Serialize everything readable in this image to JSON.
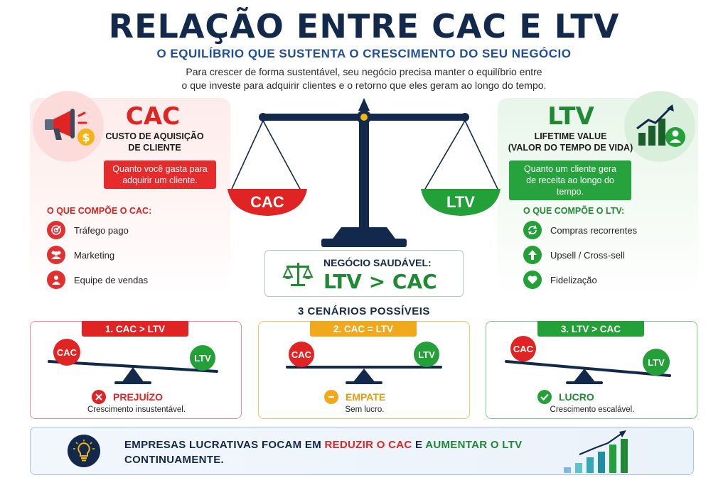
{
  "header": {
    "title": "RELAÇÃO ENTRE CAC E LTV",
    "subtitle": "O EQUILÍBRIO QUE SUSTENTA O CRESCIMENTO DO SEU NEGÓCIO",
    "intro_line1": "Para crescer de forma sustentável, seu negócio precisa manter o equilíbrio entre",
    "intro_line2": "o que investe para adquirir clientes e o retorno que eles geram ao longo do tempo."
  },
  "cac": {
    "title": "CAC",
    "name_line1": "CUSTO DE AQUISIÇÃO",
    "name_line2": "DE CLIENTE",
    "desc_line1": "Quanto você gasta para",
    "desc_line2": "adquirir um cliente.",
    "components_title": "O QUE COMPÕE O CAC:",
    "components": [
      "Tráfego pago",
      "Marketing",
      "Equipe de vendas"
    ],
    "color": "#e02424"
  },
  "ltv": {
    "title": "LTV",
    "name_line1": "LIFETIME VALUE",
    "name_line2": "(VALOR DO TEMPO DE VIDA)",
    "desc_line1": "Quanto um cliente gera",
    "desc_line2": "de receita ao longo do tempo.",
    "components_title": "O QUE COMPÕE O LTV:",
    "components": [
      "Compras recorrentes",
      "Upsell / Cross-sell",
      "Fidelização"
    ],
    "color": "#1f8a33"
  },
  "scale": {
    "left_label": "CAC",
    "right_label": "LTV"
  },
  "verdict": {
    "label": "NEGÓCIO SAUDÁVEL:",
    "formula": "LTV > CAC"
  },
  "scenarios": {
    "title": "3 CENÁRIOS POSSÍVEIS",
    "items": [
      {
        "tag": "1. CAC > LTV",
        "left": "CAC",
        "right": "LTV",
        "result": "PREJUÍZO",
        "desc": "Crescimento insustentável.",
        "color": "#e02424"
      },
      {
        "tag": "2. CAC = LTV",
        "left": "CAC",
        "right": "LTV",
        "result": "EMPATE",
        "desc": "Sem lucro.",
        "color": "#f0a81c"
      },
      {
        "tag": "3. LTV > CAC",
        "left": "CAC",
        "right": "LTV",
        "result": "LUCRO",
        "desc": "Crescimento escalável.",
        "color": "#1f8a33"
      }
    ]
  },
  "footer": {
    "part1": "EMPRESAS LUCRATIVAS FOCAM EM ",
    "part2": "REDUZIR O CAC",
    "part3": " E ",
    "part4": "AUMENTAR O LTV",
    "part5": "CONTINUAMENTE."
  },
  "icons": {
    "cac_icon": "megaphone-icon",
    "ltv_icon": "growth-chart-icon",
    "footer_icon": "lightbulb-icon"
  }
}
